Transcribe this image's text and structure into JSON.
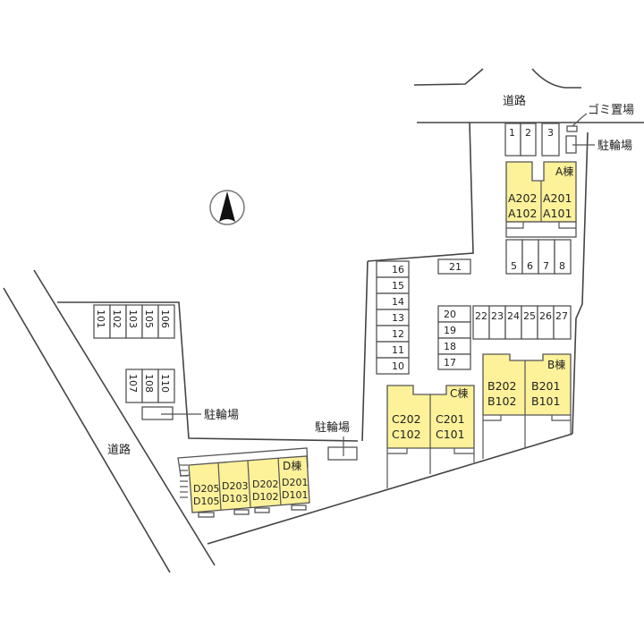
{
  "map": {
    "roads": {
      "north": "道路",
      "southwest": "道路"
    },
    "facilities": {
      "garbage": "ゴミ置場",
      "bicycle_ne": "駐輪場",
      "bicycle_w": "駐輪場",
      "bicycle_c": "駐輪場"
    },
    "compass": "north-arrow",
    "buildings": {
      "A": {
        "tag": "A棟",
        "units": [
          [
            "A202",
            "A102"
          ],
          [
            "A201",
            "A101"
          ]
        ]
      },
      "B": {
        "tag": "B棟",
        "units": [
          [
            "B202",
            "B102"
          ],
          [
            "B201",
            "B101"
          ]
        ]
      },
      "C": {
        "tag": "C棟",
        "units": [
          [
            "C202",
            "C102"
          ],
          [
            "C201",
            "C101"
          ]
        ]
      },
      "D": {
        "tag": "D棟",
        "units": [
          [
            "D205",
            "D105"
          ],
          [
            "D203",
            "D103"
          ],
          [
            "D202",
            "D102"
          ],
          [
            "D201",
            "D101"
          ]
        ]
      }
    },
    "parking": {
      "top": [
        "1",
        "2",
        "3"
      ],
      "a_south": [
        "5",
        "6",
        "7",
        "8"
      ],
      "column_left": [
        "16",
        "15",
        "14",
        "13",
        "12",
        "11",
        "10"
      ],
      "single": "21",
      "column_mid": [
        "20",
        "19",
        "18",
        "17"
      ],
      "row_right": [
        "22",
        "23",
        "24",
        "25",
        "26",
        "27"
      ],
      "west_row": [
        "101",
        "102",
        "103",
        "105",
        "106"
      ],
      "west_row2": [
        "107",
        "108",
        "110"
      ]
    },
    "colors": {
      "building_fill": "#fdf19a",
      "line": "#444444"
    }
  }
}
